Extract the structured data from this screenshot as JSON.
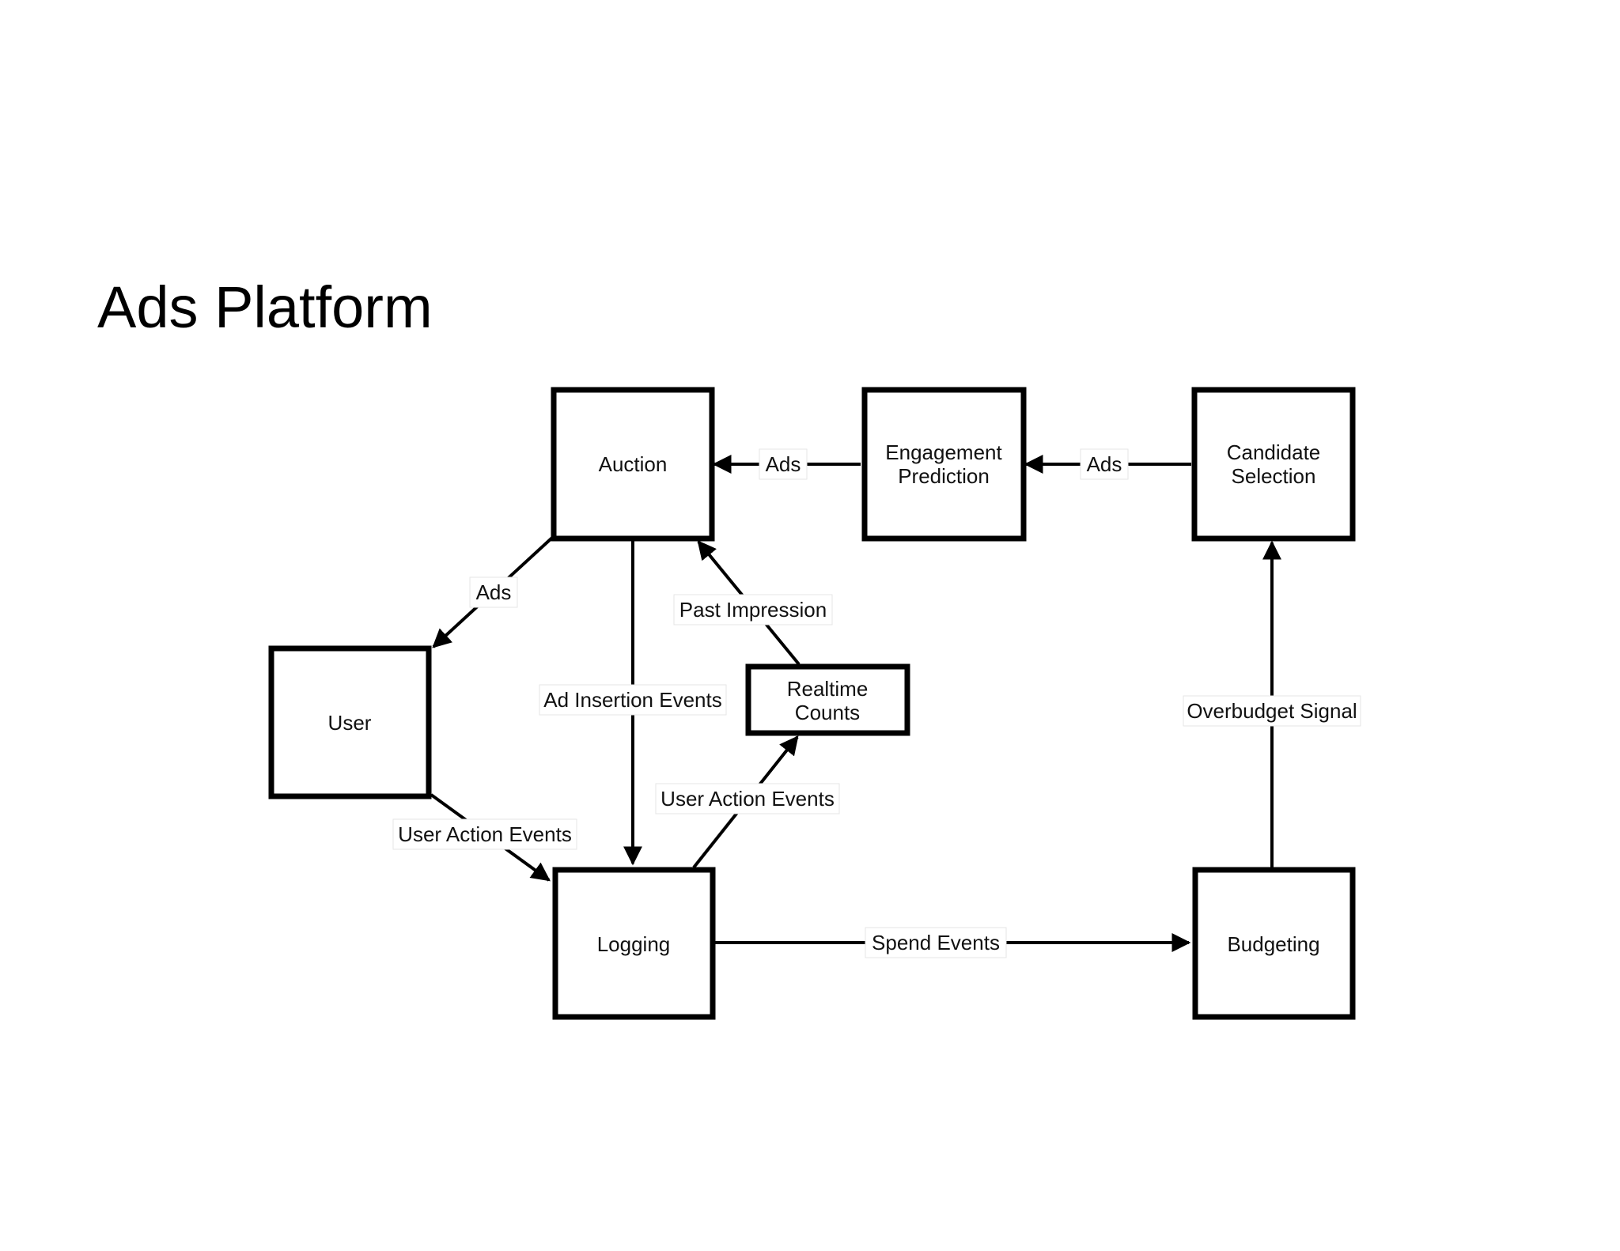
{
  "slide": {
    "title": "Ads Platform"
  },
  "diagram": {
    "nodes": {
      "auction": {
        "lines": [
          "Auction"
        ]
      },
      "engagement": {
        "lines": [
          "Engagement",
          "Prediction"
        ]
      },
      "candidate": {
        "lines": [
          "Candidate",
          "Selection"
        ]
      },
      "user": {
        "lines": [
          "User"
        ]
      },
      "realtime": {
        "lines": [
          "Realtime",
          "Counts"
        ]
      },
      "logging": {
        "lines": [
          "Logging"
        ]
      },
      "budgeting": {
        "lines": [
          "Budgeting"
        ]
      }
    },
    "edges": {
      "engagement_to_auction": "Ads",
      "candidate_to_engagement": "Ads",
      "auction_to_user": "Ads",
      "realtime_to_auction": "Past Impression",
      "auction_to_logging": "Ad Insertion Events",
      "user_to_logging": "User Action Events",
      "logging_to_realtime": "User Action Events",
      "logging_to_budgeting": "Spend Events",
      "budgeting_to_candidate": "Overbudget Signal"
    }
  }
}
